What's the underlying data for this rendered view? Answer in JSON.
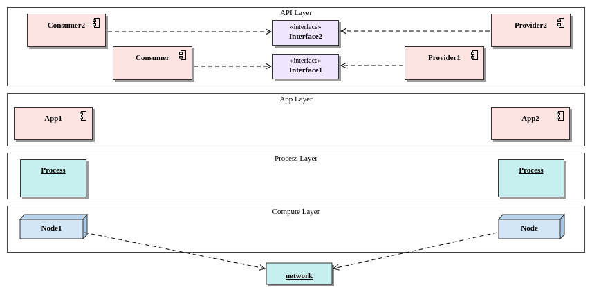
{
  "layers": {
    "api": "API Layer",
    "app": "App Layer",
    "process": "Process Layer",
    "compute": "Compute Layer"
  },
  "components": {
    "consumer2": "Consumer2",
    "consumer": "Consumer",
    "provider2": "Provider2",
    "provider1": "Provider1",
    "app1": "App1",
    "app2": "App2"
  },
  "interfaces": {
    "stereotype": "«interface»",
    "interface2": "Interface2",
    "interface1": "Interface1"
  },
  "processes": {
    "left": "Process",
    "right": "Process"
  },
  "nodes": {
    "node1": "Node1",
    "node": "Node",
    "network": "network"
  },
  "colors": {
    "component_fill": "#fde3e1",
    "interface_fill": "#f0e6ff",
    "process_fill": "#c8efef",
    "node_fill": "#d3e6f5"
  }
}
